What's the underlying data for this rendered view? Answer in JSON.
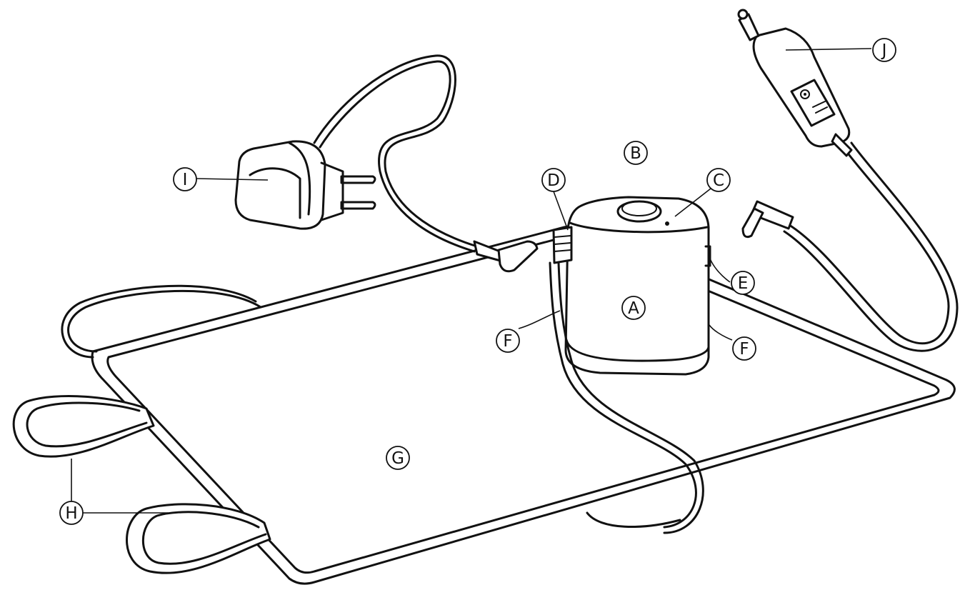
{
  "labels": {
    "A": "A",
    "B": "B",
    "C": "C",
    "D": "D",
    "E": "E",
    "F_left": "F",
    "F_right": "F",
    "G": "G",
    "H": "H",
    "I": "I",
    "J": "J"
  }
}
